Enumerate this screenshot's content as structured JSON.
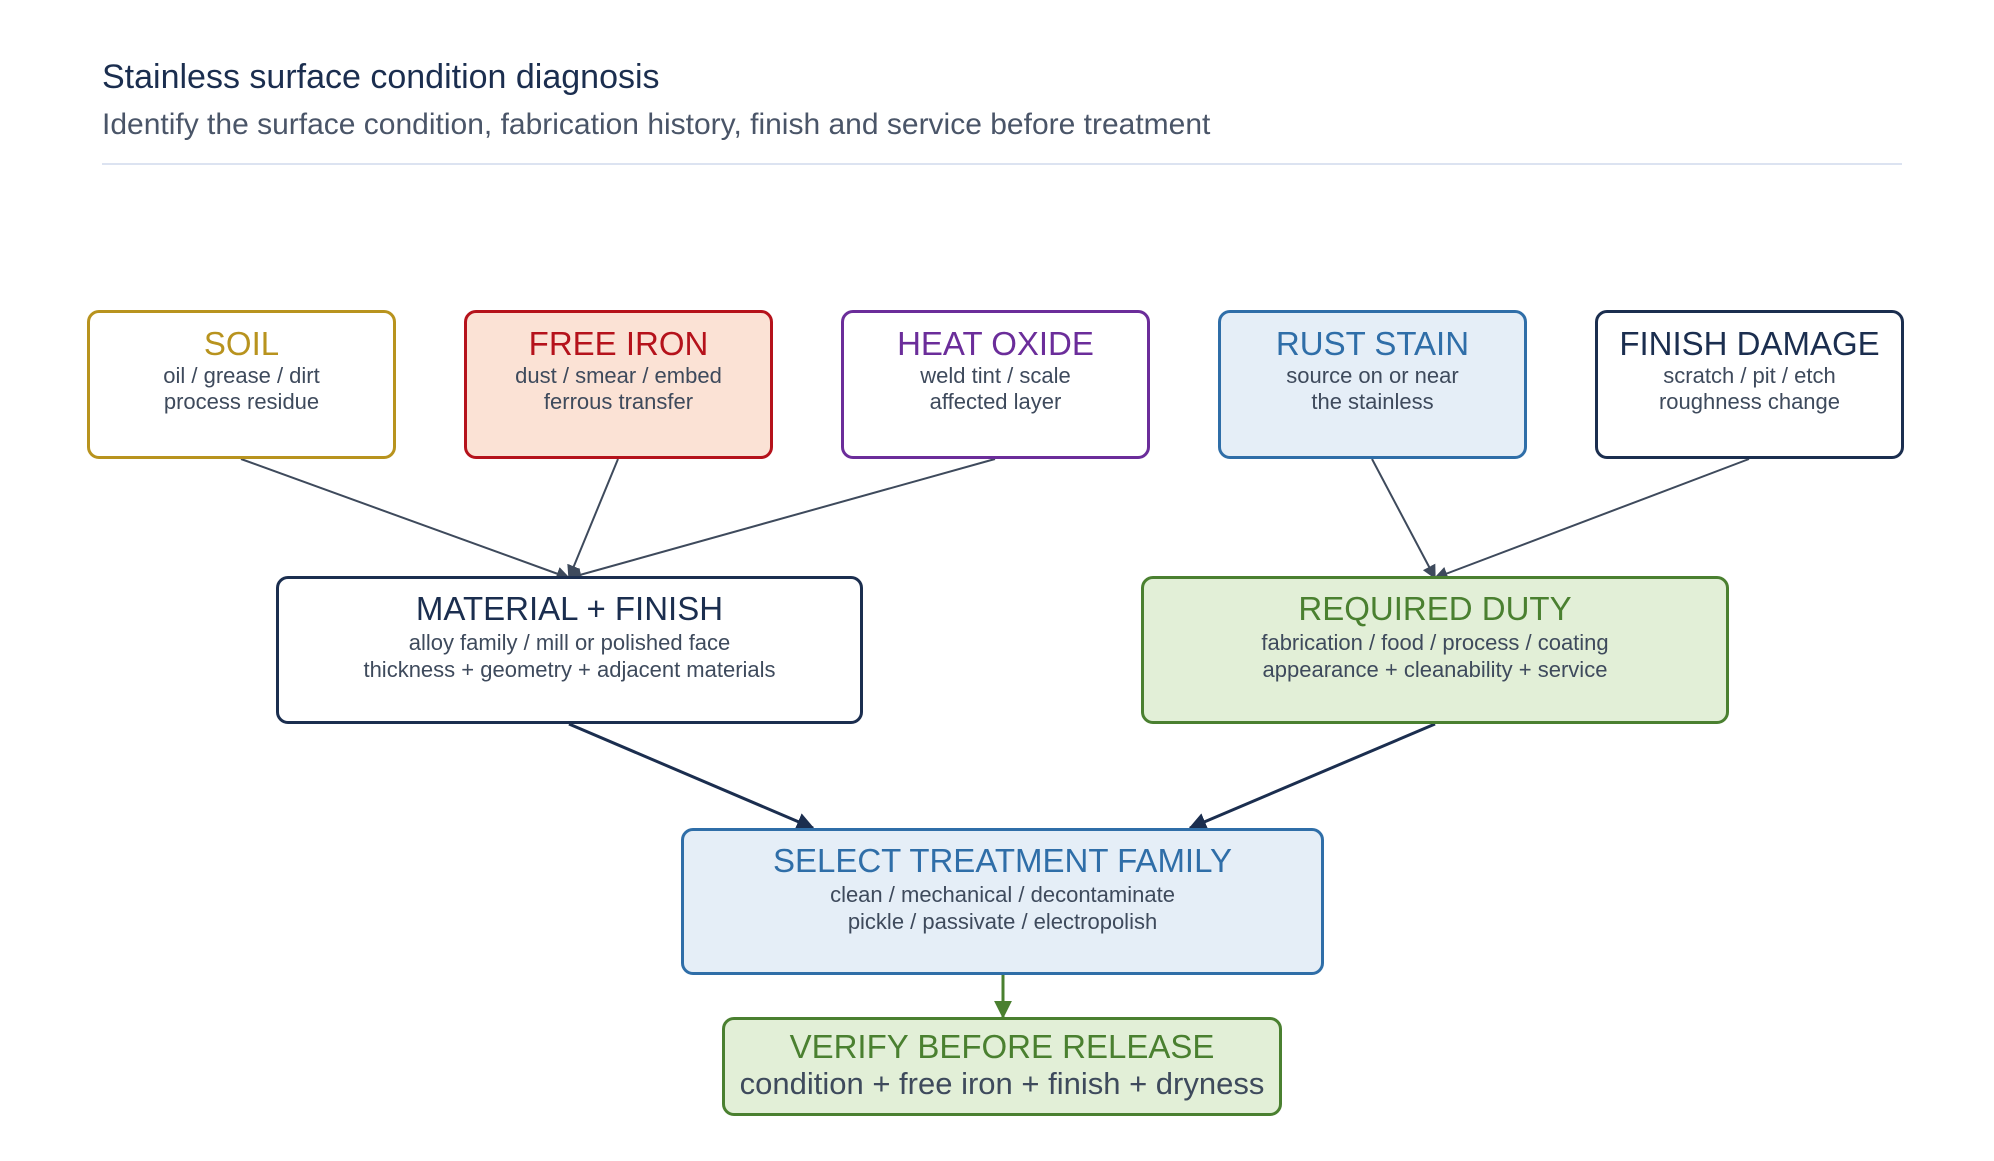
{
  "header": {
    "title": "Stainless surface condition diagnosis",
    "subtitle": "Identify the surface condition, fabrication history, finish and service before treatment"
  },
  "conditions": [
    {
      "label": "SOIL",
      "line1": "oil / grease / dirt",
      "line2": "process residue",
      "border": "#b8931e",
      "fill": "#ffffff",
      "text": "#b8931e"
    },
    {
      "label": "FREE IRON",
      "line1": "dust / smear / embed",
      "line2": "ferrous transfer",
      "border": "#b5121b",
      "fill": "#fbe2d5",
      "text": "#b5121b"
    },
    {
      "label": "HEAT OXIDE",
      "line1": "weld tint / scale",
      "line2": "affected layer",
      "border": "#6b2d9a",
      "fill": "#ffffff",
      "text": "#6b2d9a"
    },
    {
      "label": "RUST STAIN",
      "line1": "source on or near",
      "line2": "the stainless",
      "border": "#2f6ea8",
      "fill": "#e5eef7",
      "text": "#2f6ea8"
    },
    {
      "label": "FINISH DAMAGE",
      "line1": "scratch / pit / etch",
      "line2": "roughness change",
      "border": "#1b2e4f",
      "fill": "#ffffff",
      "text": "#1b2e4f"
    }
  ],
  "material": {
    "label": "MATERIAL + FINISH",
    "line1": "alloy family / mill or polished face",
    "line2": "thickness + geometry + adjacent materials",
    "border": "#1b2e4f",
    "fill": "#ffffff",
    "text": "#1b2e4f"
  },
  "duty": {
    "label": "REQUIRED DUTY",
    "line1": "fabrication / food / process / coating",
    "line2": "appearance + cleanability + service",
    "border": "#4a8030",
    "fill": "#e2efd7",
    "text": "#4a8030"
  },
  "treatment": {
    "label": "SELECT TREATMENT FAMILY",
    "line1": "clean / mechanical / decontaminate",
    "line2": "pickle / passivate / electropolish",
    "border": "#2f6ea8",
    "fill": "#e5eef7",
    "text": "#2f6ea8"
  },
  "verify": {
    "label": "VERIFY BEFORE RELEASE",
    "line1": "condition + free iron + finish + dryness",
    "border": "#4a8030",
    "fill": "#e2efd7",
    "text": "#4a8030"
  },
  "colors": {
    "connector": "#3e4a5c",
    "connector_strong": "#1b2e4f",
    "connector_green": "#4a8030",
    "rule": "#dce3f1"
  }
}
